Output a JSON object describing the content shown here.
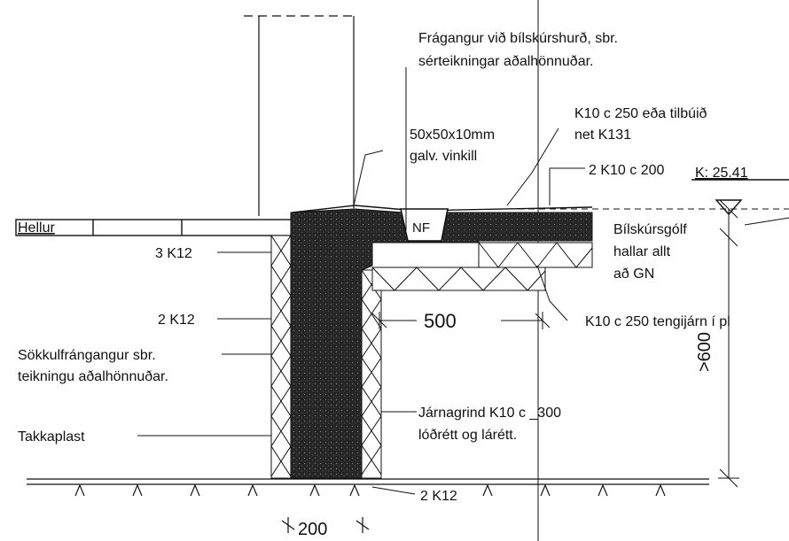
{
  "labels": {
    "header_line1": "Frágangur við bílskúrshurð, sbr.",
    "header_line2": "sérteikningar aðalhönnuðar.",
    "k10_250_line1": "K10 c 250 eða tilbúið",
    "k10_250_line2": "net K131",
    "vinkill_line1": "50x50x10mm",
    "vinkill_line2": "galv. vinkill",
    "k10_200": "2 K10 c 200",
    "level": "K: 25.41",
    "hellur": "Hellur",
    "nf": "NF",
    "floor_line1": "Bílskúrsgólf",
    "floor_line2": "hallar allt",
    "floor_line3": "að GN",
    "three_k12": "3 K12",
    "two_k12": "2 K12",
    "dim_500": "500",
    "tengijarn": "K10 c 250 tengijárn í pl",
    "dim_600": ">600",
    "sokkul_line1": "Sökkulfrángangur sbr.",
    "sokkul_line2": "teikningu aðalhönnuðar.",
    "jarngrind_line1": "Járnagrind K10 c _300",
    "jarngrind_line2": "lóðrétt og lárétt.",
    "takkaplast": "Takkaplast",
    "bottom_k12": "2 K12",
    "dim_200": "200"
  },
  "colors": {
    "ink": "#111111",
    "concrete": "#2b2b2b",
    "background": "#ffffff"
  }
}
